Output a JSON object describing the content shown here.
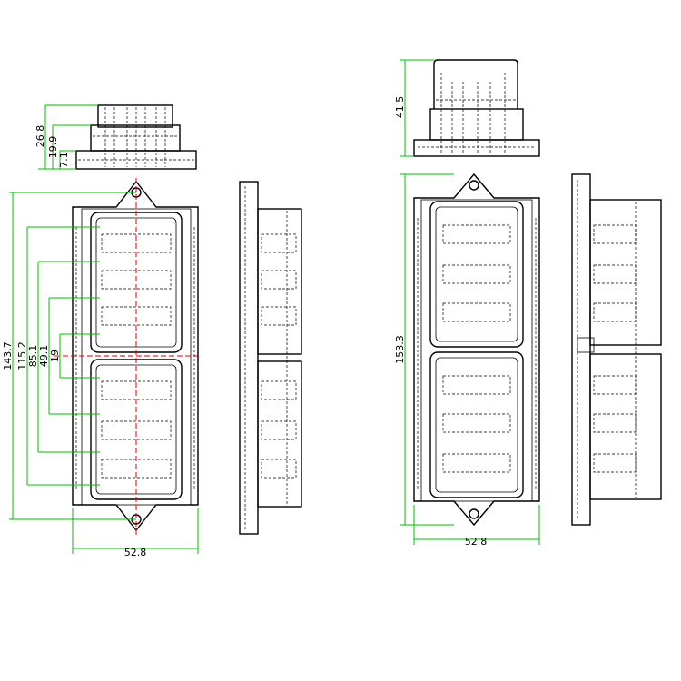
{
  "dimensions": {
    "view1": {
      "height_top": "26.8",
      "height_mid": "19.9",
      "height_base": "7.1",
      "overall_length": "143.7",
      "pitch_outer": "115.2",
      "pitch_2": "85.1",
      "pitch_3": "49.1",
      "pitch_inner": "19",
      "width": "52.8"
    },
    "view2": {
      "height": "41.5",
      "overall_length": "153.3",
      "width": "52.8"
    }
  },
  "colors": {
    "dimension_line": "#00c000",
    "centerline": "#e00000",
    "outline": "#000000"
  }
}
